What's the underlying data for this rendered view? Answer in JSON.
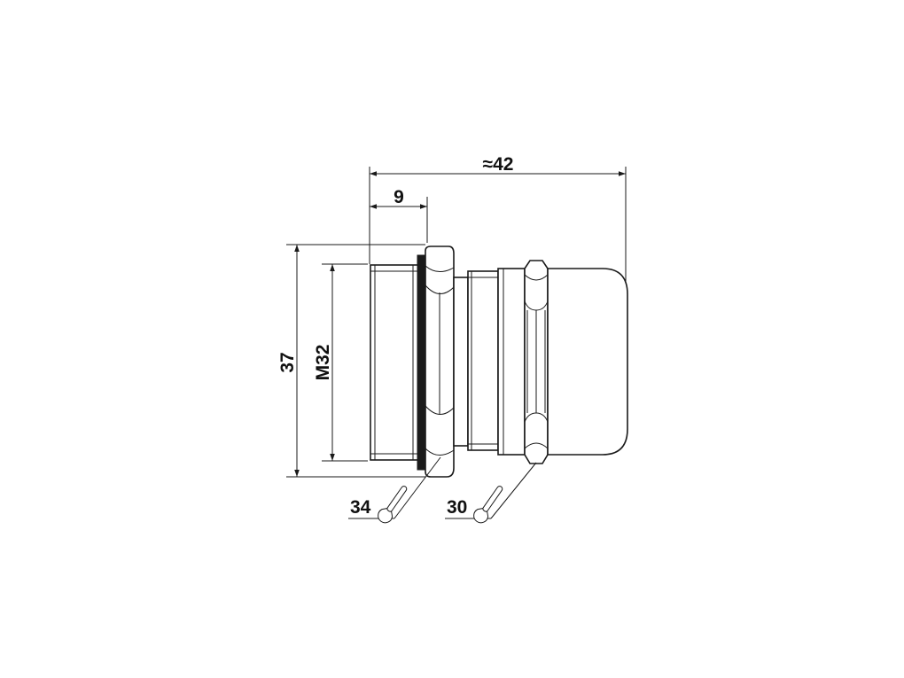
{
  "dimensions": {
    "overall_length": "≈42",
    "thread_length": "9",
    "outer_height": "37",
    "thread_size": "M32",
    "wrench_size_lock_nut": "34",
    "wrench_size_cap_nut": "30"
  },
  "icons": {
    "wrench_lock_nut": "open-end-wrench-icon",
    "wrench_cap_nut": "open-end-wrench-icon"
  }
}
